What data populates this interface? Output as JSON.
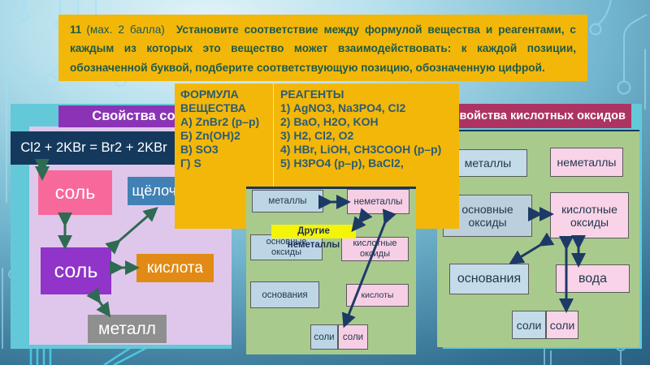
{
  "question": {
    "number": "11",
    "points": "(мах. 2 балла)",
    "text": "Установите соответствие между формулой вещества и реагентами, с каждым из которых это вещество может взаимодействовать: к каждой позиции, обозначенной буквой, подберите соответствующую позицию, обозначенную цифрой."
  },
  "matching_table": {
    "formula_header": "ФОРМУЛА ВЕЩЕСТВА",
    "formula_items": [
      "А) ZnBr2 (р–р)",
      "Б) Zn(OH)2",
      "В) SO3",
      "Г) S"
    ],
    "reagents_header": "РЕАГЕНТЫ",
    "reagents_items": [
      "1) AgNO3, Na3PO4, Cl2",
      "2) BaO, H2O, KOH",
      "3) H2, Cl2, O2",
      "4) HBr, LiOH, CH3COOH (р–р)",
      "5) H3PO4 (р–р), BaCl2,"
    ]
  },
  "salts_slide": {
    "title": "Свойства солей",
    "equation": "Cl2 + 2KBr = Br2 + 2KBr",
    "nodes": {
      "salt_top": "соль",
      "alkali": "щёлочь",
      "salt_center": "соль",
      "acid": "кислота",
      "metal": "металл"
    }
  },
  "scheme_panel": {
    "note_label": "Другие неметаллы",
    "nodes": {
      "metals": "металлы",
      "nonmetals": "неметаллы",
      "basic_oxides": "основные оксиды",
      "acidic_oxides": "кислотные оксиды",
      "bases": "основания",
      "acids": "кислоты",
      "salts_left": "соли",
      "salts_right": "соли"
    }
  },
  "oxides_slide": {
    "title": "Свойства кислотных оксидов",
    "nodes": {
      "metals": "металлы",
      "nonmetals": "неметаллы",
      "basic_oxides": "основные оксиды",
      "acidic_oxides": "кислотные оксиды",
      "bases": "основания",
      "water": "вода",
      "salts_left": "соли",
      "salts_right": "соли"
    }
  },
  "colors": {
    "highlight_yellow": "#f3b70a",
    "note_yellow": "#f4f409",
    "slide_teal": "#63c9d9",
    "slide_lavender": "#dfc7eb",
    "slide_green": "#a9ca8d",
    "title_purple": "#8b33b5",
    "title_magenta": "#ad3462",
    "equation_navy": "#15395d",
    "salt_pink": "#f7699b",
    "alkali_blue": "#4181b5",
    "salt_purple": "#9134ca",
    "acid_orange": "#e18b16",
    "metal_gray": "#8f8f8f",
    "arrow_green": "#2e6b52",
    "arrow_navy": "#1d3a66"
  }
}
